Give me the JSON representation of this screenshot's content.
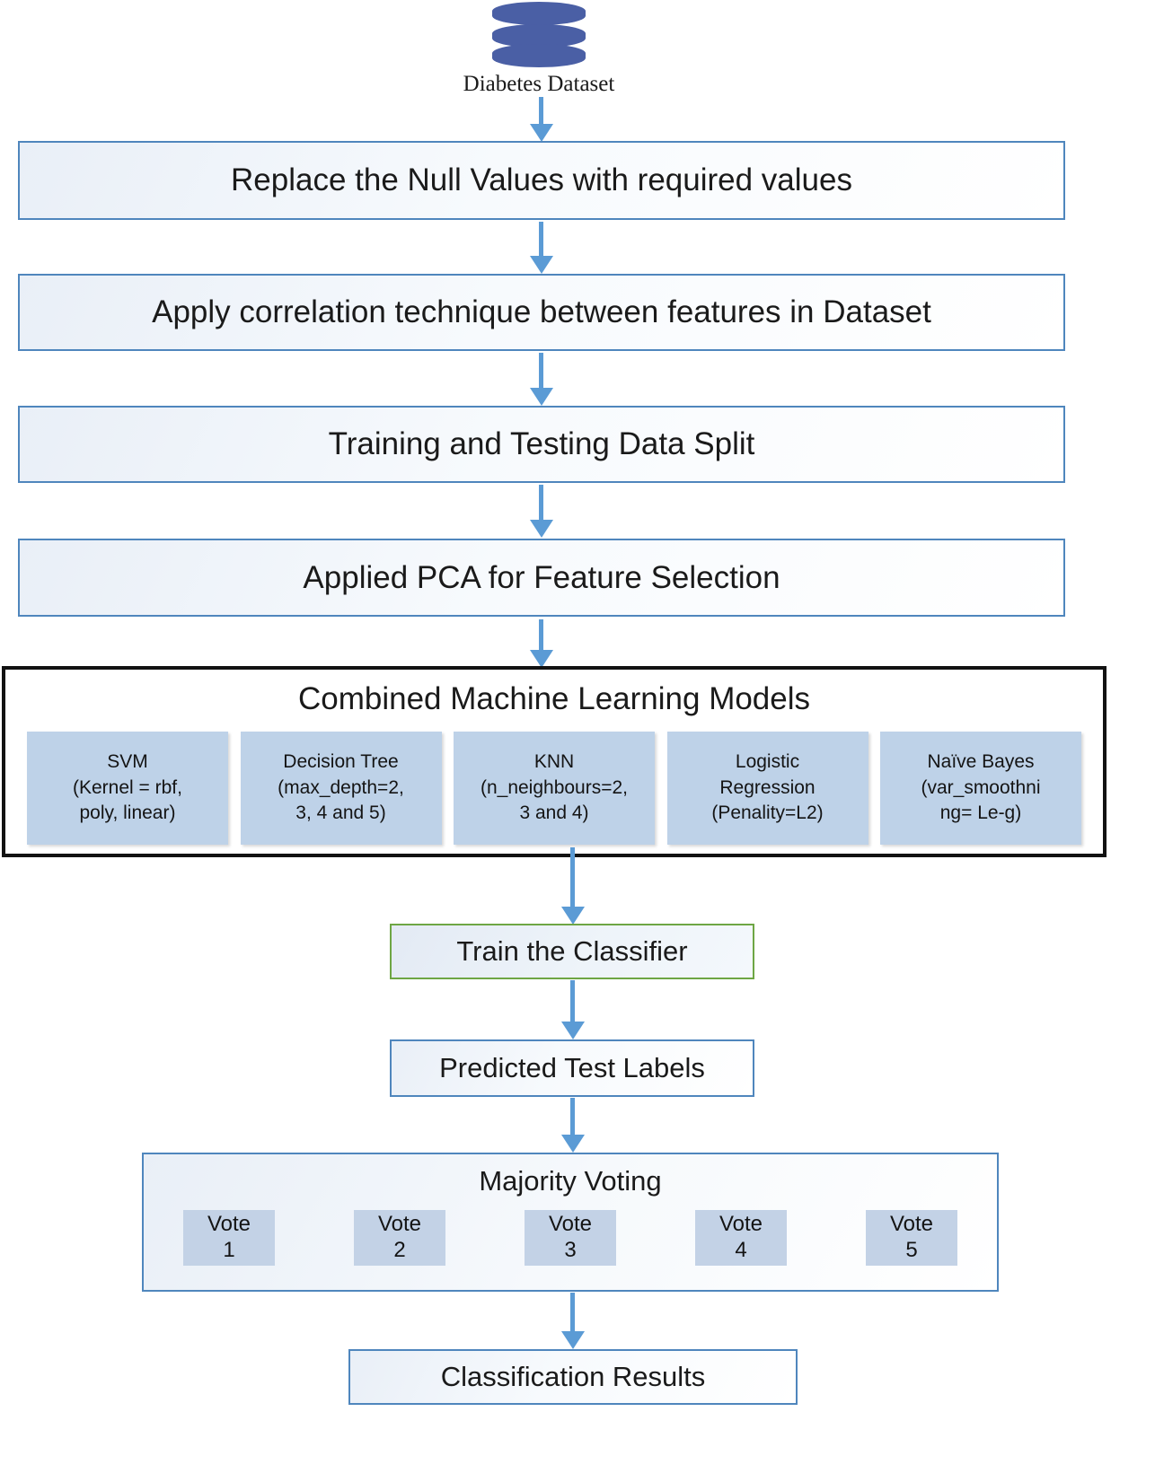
{
  "dataset": {
    "icon": "database-icon",
    "label": "Diabetes Dataset"
  },
  "steps": [
    {
      "label": "Replace the Null Values with required values"
    },
    {
      "label": "Apply correlation technique between features in Dataset"
    },
    {
      "label": "Training and Testing Data Split"
    },
    {
      "label": "Applied PCA for Feature Selection"
    }
  ],
  "ml_group": {
    "title": "Combined Machine Learning Models",
    "border_color": "#121212",
    "card_color": "#bed2e8",
    "models": [
      {
        "name": "SVM",
        "params": "SVM\n(Kernel = rbf,\npoly, linear)"
      },
      {
        "name": "Decision Tree",
        "params": "Decision Tree\n(max_depth=2,\n3, 4 and 5)"
      },
      {
        "name": "KNN",
        "params": "KNN\n(n_neighbours=2,\n3 and 4)"
      },
      {
        "name": "Logistic Regression",
        "params": "Logistic\nRegression\n(Penality=L2)"
      },
      {
        "name": "Naive Bayes",
        "params": "Naïve Bayes\n(var_smoothni\nng= Le-g)"
      }
    ]
  },
  "train": {
    "label": "Train the Classifier",
    "border_color": "#6ea644"
  },
  "predicted": {
    "label": "Predicted Test Labels"
  },
  "voting": {
    "title": "Majority Voting",
    "votes": [
      {
        "label": "Vote\n1"
      },
      {
        "label": "Vote\n2"
      },
      {
        "label": "Vote\n3"
      },
      {
        "label": "Vote\n4"
      },
      {
        "label": "Vote\n5"
      }
    ]
  },
  "results": {
    "label": "Classification Results"
  },
  "theme": {
    "box_border": "#4f86bd",
    "arrow_color": "#5b9bd5",
    "db_color": "#4a5fa5"
  }
}
